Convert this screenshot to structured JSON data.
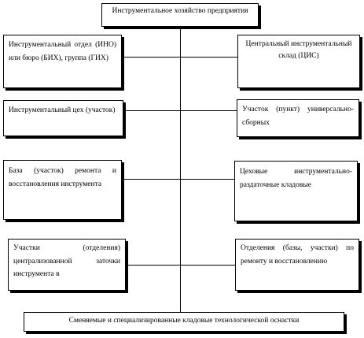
{
  "diagram": {
    "top": "Инструментальное хозяйство предприятия",
    "left": [
      "Инструментальный отдел (ИНО) или бюро (БИХ), группа (ГИХ)",
      "Инструментальный цех (участок)",
      "База (участок) ремонта и восстановления инструмента",
      "Участки (отделения) централизованной заточки инструмента в"
    ],
    "right": [
      "Центральный инструментальный склад (ЦИС)",
      "Участок (пункт) универсально- сборных",
      "Цеховые инструментально-раздаточные кладовые",
      "Отделения (базы, участки) по ремонту и восстановлению"
    ],
    "bottom": "Сменяемые и специализированные кладовые технологической оснастки"
  }
}
